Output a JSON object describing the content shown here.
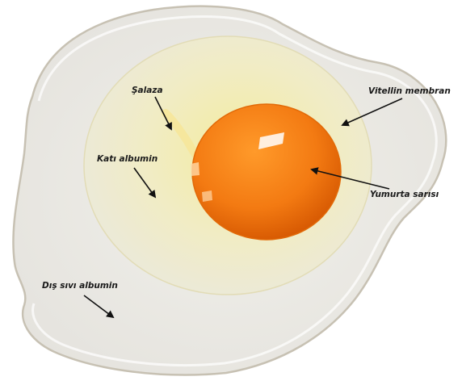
{
  "labels": {
    "salaza": "Şalaza",
    "vitellin": "Vitellin membran",
    "kati_albumin": "Katı albumin",
    "yumurta_sarisi": "Yumurta sarısı",
    "dis_sivi_albumin": "Dış sıvı albumin"
  },
  "colors": {
    "outer_albumen": "#ecebe9",
    "outer_albumen_edge": "#c9c4b8",
    "thick_albumen": "#efeccc",
    "yolk": "#f37a12",
    "yolk_dark": "#d85a05"
  }
}
